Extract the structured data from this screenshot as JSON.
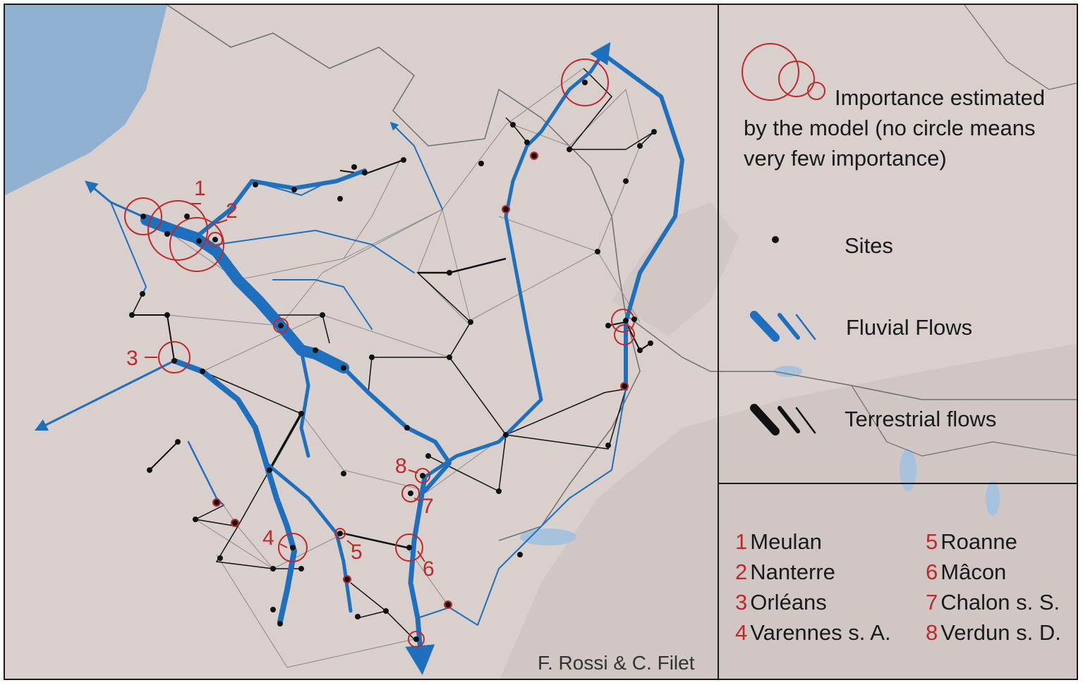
{
  "legend": {
    "importance_line1": "Importance estimated",
    "importance_line2": "by the model (no circle means",
    "importance_line3": "very few importance)",
    "sites": "Sites",
    "fluvial": "Fluvial Flows",
    "terrestrial": "Terrestrial flows"
  },
  "places": [
    {
      "num": "1",
      "name": "Meulan"
    },
    {
      "num": "2",
      "name": "Nanterre"
    },
    {
      "num": "3",
      "name": "Orléans"
    },
    {
      "num": "4",
      "name": "Varennes s. A."
    },
    {
      "num": "5",
      "name": "Roanne"
    },
    {
      "num": "6",
      "name": "Mâcon"
    },
    {
      "num": "7",
      "name": "Chalon s. S."
    },
    {
      "num": "8",
      "name": "Verdun s. D."
    }
  ],
  "map_labels": [
    "1",
    "2",
    "3",
    "4",
    "5",
    "6",
    "7",
    "8"
  ],
  "credit": "F. Rossi & C. Filet",
  "colors": {
    "fluvial": "#1f6fbf",
    "terrestrial": "#111111",
    "importance": "#c0282a",
    "land": "#d9d0cd",
    "sea": "#8fb0d0",
    "border": "#6f6f6f"
  }
}
